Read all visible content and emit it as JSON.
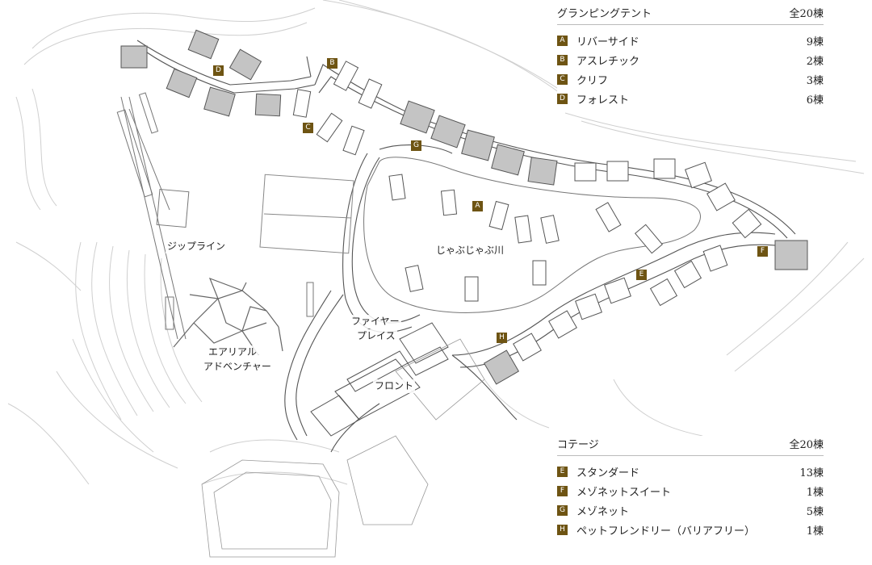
{
  "map": {
    "labels": {
      "zipline": "ジップライン",
      "aerial_1": "エアリアル",
      "aerial_2": "アドベンチャー",
      "river": "じゃぶじゃぶ川",
      "fire_1": "ファイヤー",
      "fire_2": "プレイス",
      "front": "フロント"
    },
    "markers": {
      "A": "A",
      "B": "B",
      "C": "C",
      "D": "D",
      "E": "E",
      "F": "F",
      "G": "G",
      "H": "H"
    },
    "colors": {
      "marker": "#6e5413",
      "tent_fill": "#c4c4c4",
      "road_line": "#555555",
      "contour_line": "#b8b8b8"
    }
  },
  "legend_glamping": {
    "title": "グランピングテント",
    "total": "全20棟",
    "items": [
      {
        "code": "A",
        "name": "リバーサイド",
        "count": "9棟"
      },
      {
        "code": "B",
        "name": "アスレチック",
        "count": "2棟"
      },
      {
        "code": "C",
        "name": "クリフ",
        "count": "3棟"
      },
      {
        "code": "D",
        "name": "フォレスト",
        "count": "6棟"
      }
    ]
  },
  "legend_cottage": {
    "title": "コテージ",
    "total": "全20棟",
    "items": [
      {
        "code": "E",
        "name": "スタンダード",
        "count": "13棟"
      },
      {
        "code": "F",
        "name": "メゾネットスイート",
        "count": "1棟"
      },
      {
        "code": "G",
        "name": "メゾネット",
        "count": "5棟"
      },
      {
        "code": "H",
        "name": "ペットフレンドリー（バリアフリー）",
        "count": "1棟"
      }
    ]
  }
}
